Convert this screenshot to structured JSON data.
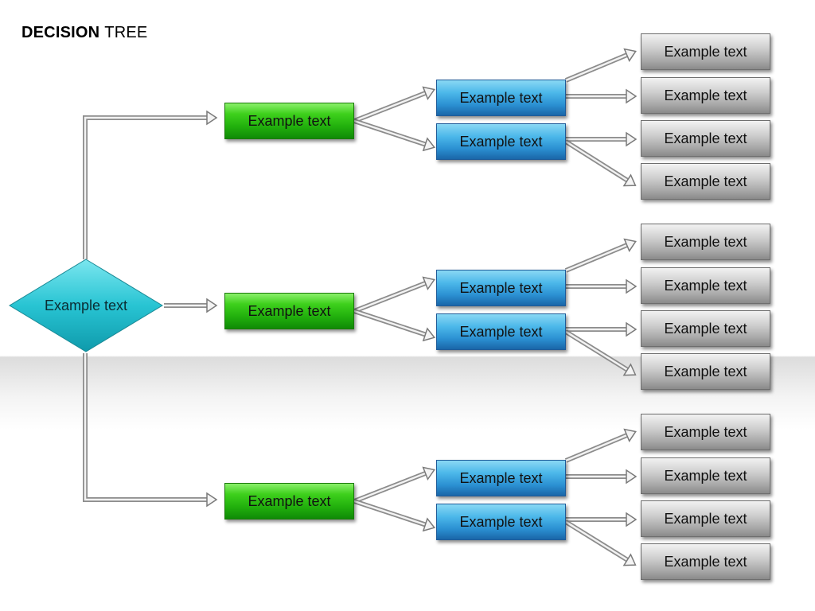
{
  "title": {
    "bold": "DECISION",
    "normal": "TREE"
  },
  "colors": {
    "diamond": "#2cc6d4",
    "level1": "#2fbf14",
    "level2": "#3ba8e2",
    "level3": "#b0b0b0",
    "connector": "#9a9a9a"
  },
  "root": {
    "label": "Example text"
  },
  "level1": [
    {
      "label": "Example text"
    },
    {
      "label": "Example text"
    },
    {
      "label": "Example text"
    }
  ],
  "level2": [
    {
      "label": "Example text"
    },
    {
      "label": "Example text"
    },
    {
      "label": "Example text"
    },
    {
      "label": "Example text"
    },
    {
      "label": "Example text"
    },
    {
      "label": "Example text"
    }
  ],
  "level3": [
    {
      "label": "Example text"
    },
    {
      "label": "Example text"
    },
    {
      "label": "Example text"
    },
    {
      "label": "Example text"
    },
    {
      "label": "Example text"
    },
    {
      "label": "Example text"
    },
    {
      "label": "Example text"
    },
    {
      "label": "Example text"
    },
    {
      "label": "Example text"
    },
    {
      "label": "Example text"
    },
    {
      "label": "Example text"
    },
    {
      "label": "Example text"
    }
  ]
}
